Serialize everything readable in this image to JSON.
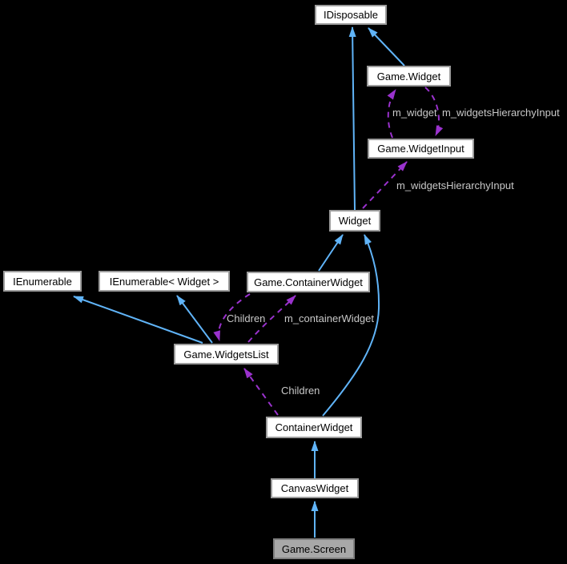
{
  "colors": {
    "background": "#000000",
    "inheritance_arrow": "#60b4f8",
    "usage_arrow": "#9a32cd",
    "node_fill": "#ffffff",
    "node_border": "#9c9c9c",
    "current_node_fill": "#a8a8a8",
    "current_node_border": "#7e7e7e",
    "node_text": "#000000",
    "edge_label_text": "#c9c9c9"
  },
  "nodes": {
    "idisposable": "IDisposable",
    "game_widget": "Game.Widget",
    "game_widget_input": "Game.WidgetInput",
    "widget": "Widget",
    "ienumerable": "IEnumerable",
    "ienumerable_widget": "IEnumerable< Widget >",
    "game_container_widget": "Game.ContainerWidget",
    "game_widgets_list": "Game.WidgetsList",
    "container_widget": "ContainerWidget",
    "canvas_widget": "CanvasWidget",
    "game_screen": "Game.Screen"
  },
  "edge_labels": {
    "m_widget": "m_widget",
    "m_widgets_hierarchy_input": "m_widgetsHierarchyInput",
    "children": "Children",
    "m_container_widget": "m_containerWidget"
  },
  "edges": [
    {
      "from": "Widget",
      "to": "IDisposable",
      "type": "inheritance"
    },
    {
      "from": "Game.Widget",
      "to": "IDisposable",
      "type": "inheritance"
    },
    {
      "from": "Game.WidgetInput",
      "to": "Game.Widget",
      "type": "usage",
      "label": "m_widget"
    },
    {
      "from": "Game.Widget",
      "to": "Game.WidgetInput",
      "type": "usage",
      "label": "m_widgetsHierarchyInput"
    },
    {
      "from": "Widget",
      "to": "Game.WidgetInput",
      "type": "usage",
      "label": "m_widgetsHierarchyInput"
    },
    {
      "from": "Game.ContainerWidget",
      "to": "Widget",
      "type": "inheritance"
    },
    {
      "from": "ContainerWidget",
      "to": "Widget",
      "type": "inheritance"
    },
    {
      "from": "Game.WidgetsList",
      "to": "IEnumerable",
      "type": "inheritance"
    },
    {
      "from": "Game.WidgetsList",
      "to": "IEnumerable< Widget >",
      "type": "inheritance"
    },
    {
      "from": "Game.ContainerWidget",
      "to": "Game.WidgetsList",
      "type": "usage",
      "label": "Children"
    },
    {
      "from": "Game.WidgetsList",
      "to": "Game.ContainerWidget",
      "type": "usage",
      "label": "m_containerWidget"
    },
    {
      "from": "ContainerWidget",
      "to": "Game.WidgetsList",
      "type": "usage",
      "label": "Children"
    },
    {
      "from": "CanvasWidget",
      "to": "ContainerWidget",
      "type": "inheritance"
    },
    {
      "from": "Game.Screen",
      "to": "CanvasWidget",
      "type": "inheritance"
    }
  ]
}
